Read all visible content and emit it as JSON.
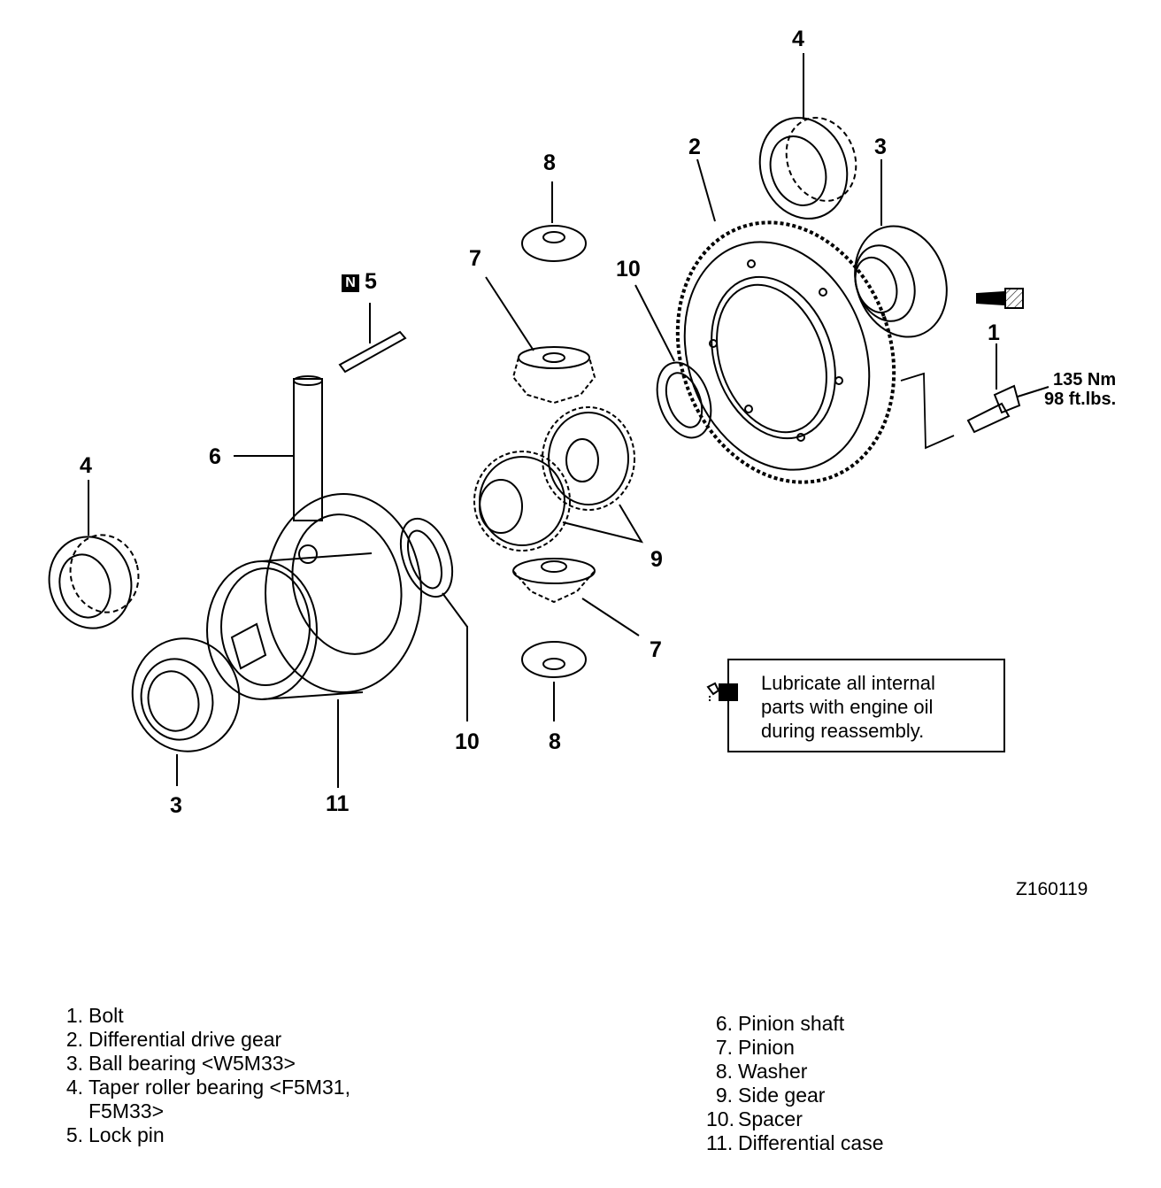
{
  "callouts": {
    "c1": "1",
    "c2": "2",
    "c3_top": "3",
    "c3_bottom": "3",
    "c4_top": "4",
    "c4_left": "4",
    "c5": "5",
    "c5_marker": "N",
    "c6": "6",
    "c7_top": "7",
    "c7_bottom": "7",
    "c8_top": "8",
    "c8_bottom": "8",
    "c9": "9",
    "c10_top": "10",
    "c10_bottom": "10",
    "c11": "11"
  },
  "torque": {
    "metric": "135 Nm",
    "imperial": "98 ft.lbs."
  },
  "note": {
    "line1": "Lubricate all internal",
    "line2": "parts with engine oil",
    "line3": "during reassembly."
  },
  "figure_code": "Z160119",
  "legend_left": [
    {
      "num": "1.",
      "text": "Bolt"
    },
    {
      "num": "2.",
      "text": "Differential drive gear"
    },
    {
      "num": "3.",
      "text": "Ball bearing <W5M33>"
    },
    {
      "num": "4.",
      "text": "Taper roller bearing <F5M31,"
    },
    {
      "num": "",
      "text": "F5M33>"
    },
    {
      "num": "5.",
      "text": "Lock pin"
    }
  ],
  "legend_right": [
    {
      "num": "6.",
      "text": "Pinion shaft"
    },
    {
      "num": "7.",
      "text": "Pinion"
    },
    {
      "num": "8.",
      "text": "Washer"
    },
    {
      "num": "9.",
      "text": "Side gear"
    },
    {
      "num": "10.",
      "text": "Spacer"
    },
    {
      "num": "11.",
      "text": "Differential case"
    }
  ]
}
